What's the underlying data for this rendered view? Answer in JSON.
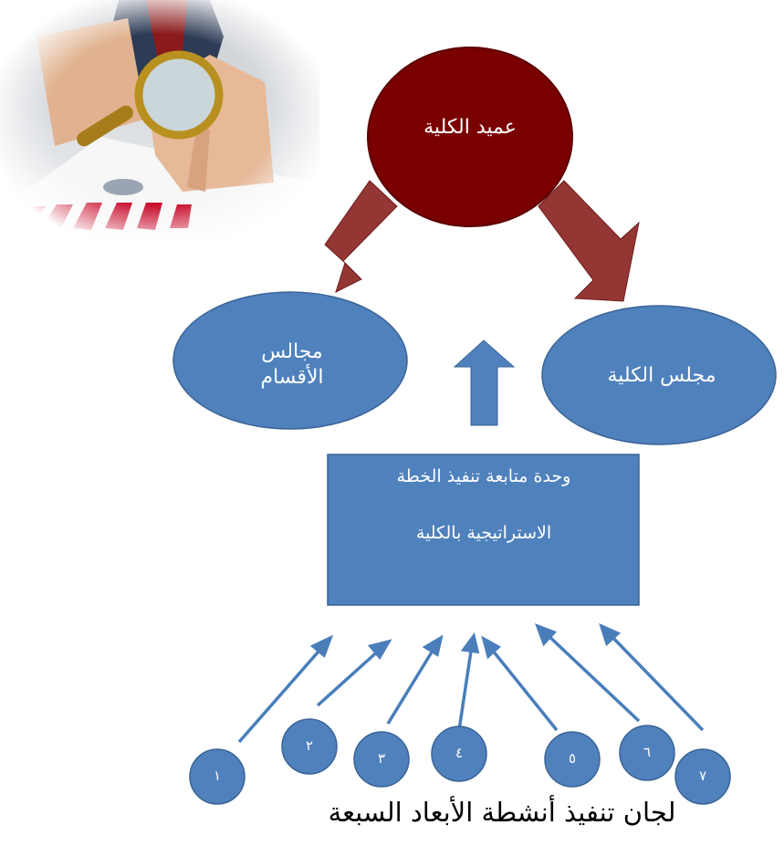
{
  "colors": {
    "dean_fill": "#7a0000",
    "node_fill": "#4f81bd",
    "node_stroke": "#3b6496",
    "dean_arrow": "#943634",
    "committee_arrow": "#4a7ebb",
    "caption": "#000000"
  },
  "photo": {
    "icon": "magnifying-glass-photo"
  },
  "dean": {
    "label": "عميد الكلية"
  },
  "department_councils": {
    "label_line1": "مجالس",
    "label_line2": "الأقسام"
  },
  "college_council": {
    "label": "مجلس الكلية"
  },
  "unit": {
    "line1": "وحدة متابعة تنفيذ الخطة",
    "line2": "الاستراتيجية بالكلية"
  },
  "committees": [
    "١",
    "٢",
    "٣",
    "٤",
    "٥",
    "٦",
    "٧"
  ],
  "caption": "لجان تنفيذ أنشطة الأبعاد السبعة"
}
